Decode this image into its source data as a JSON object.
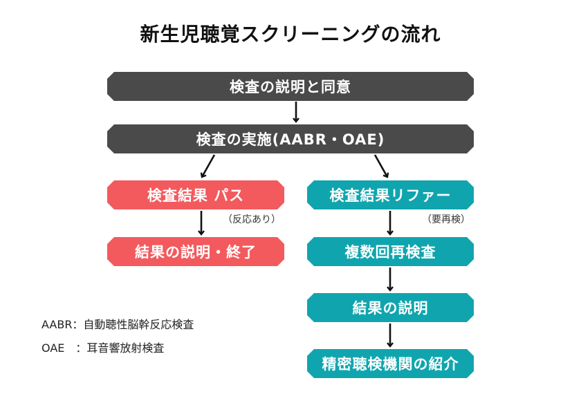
{
  "title": "新生児聴覚スクリーニングの流れ",
  "steps": {
    "explain_consent": "検査の説明と同意",
    "perform_test": "検査の実施(AABR・OAE)",
    "pass": "検査結果 パス",
    "pass_note": "（反応あり）",
    "pass_result": "結果の説明・終了",
    "refer": "検査結果リファー",
    "refer_note": "（要再検）",
    "retest": "複数回再検査",
    "refer_result": "結果の説明",
    "referral": "精密聴検機関の紹介"
  },
  "legend": {
    "aabr": "AABR：自動聴性脳幹反応検査",
    "oae": "OAE　：耳音響放射検査"
  },
  "colors": {
    "dark": "#4a4a4a",
    "pass": "#f25a5e",
    "refer": "#10a5ae"
  }
}
